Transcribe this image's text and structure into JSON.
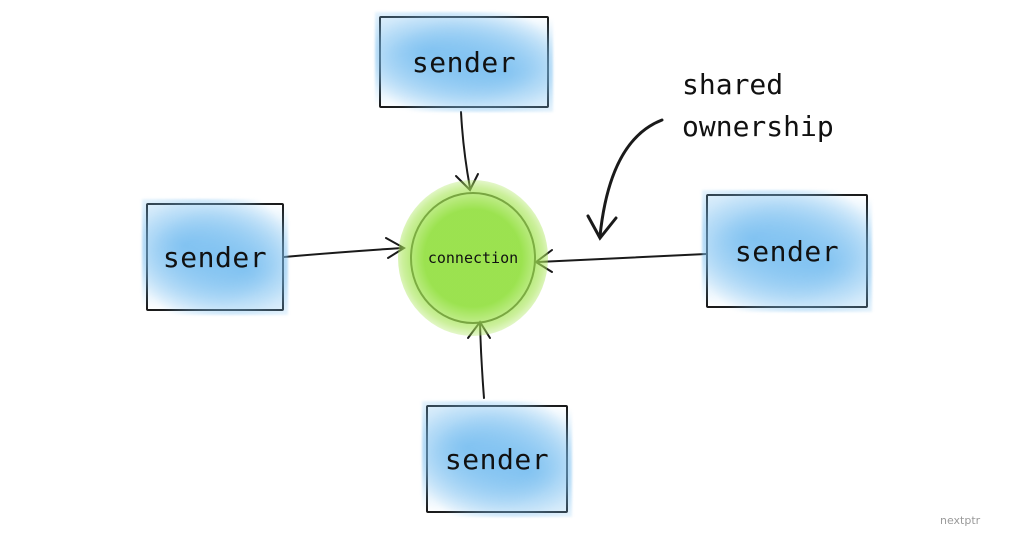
{
  "diagram": {
    "center": {
      "label": "connection"
    },
    "senders": [
      {
        "label": "sender"
      },
      {
        "label": "sender"
      },
      {
        "label": "sender"
      },
      {
        "label": "sender"
      }
    ],
    "annotation": {
      "line1": "shared",
      "line2": "ownership"
    },
    "watermark": "nextptr",
    "colors": {
      "sender_fill": "#8cc8f0",
      "center_fill": "#9ee050",
      "stroke": "#1a1a1a"
    }
  }
}
